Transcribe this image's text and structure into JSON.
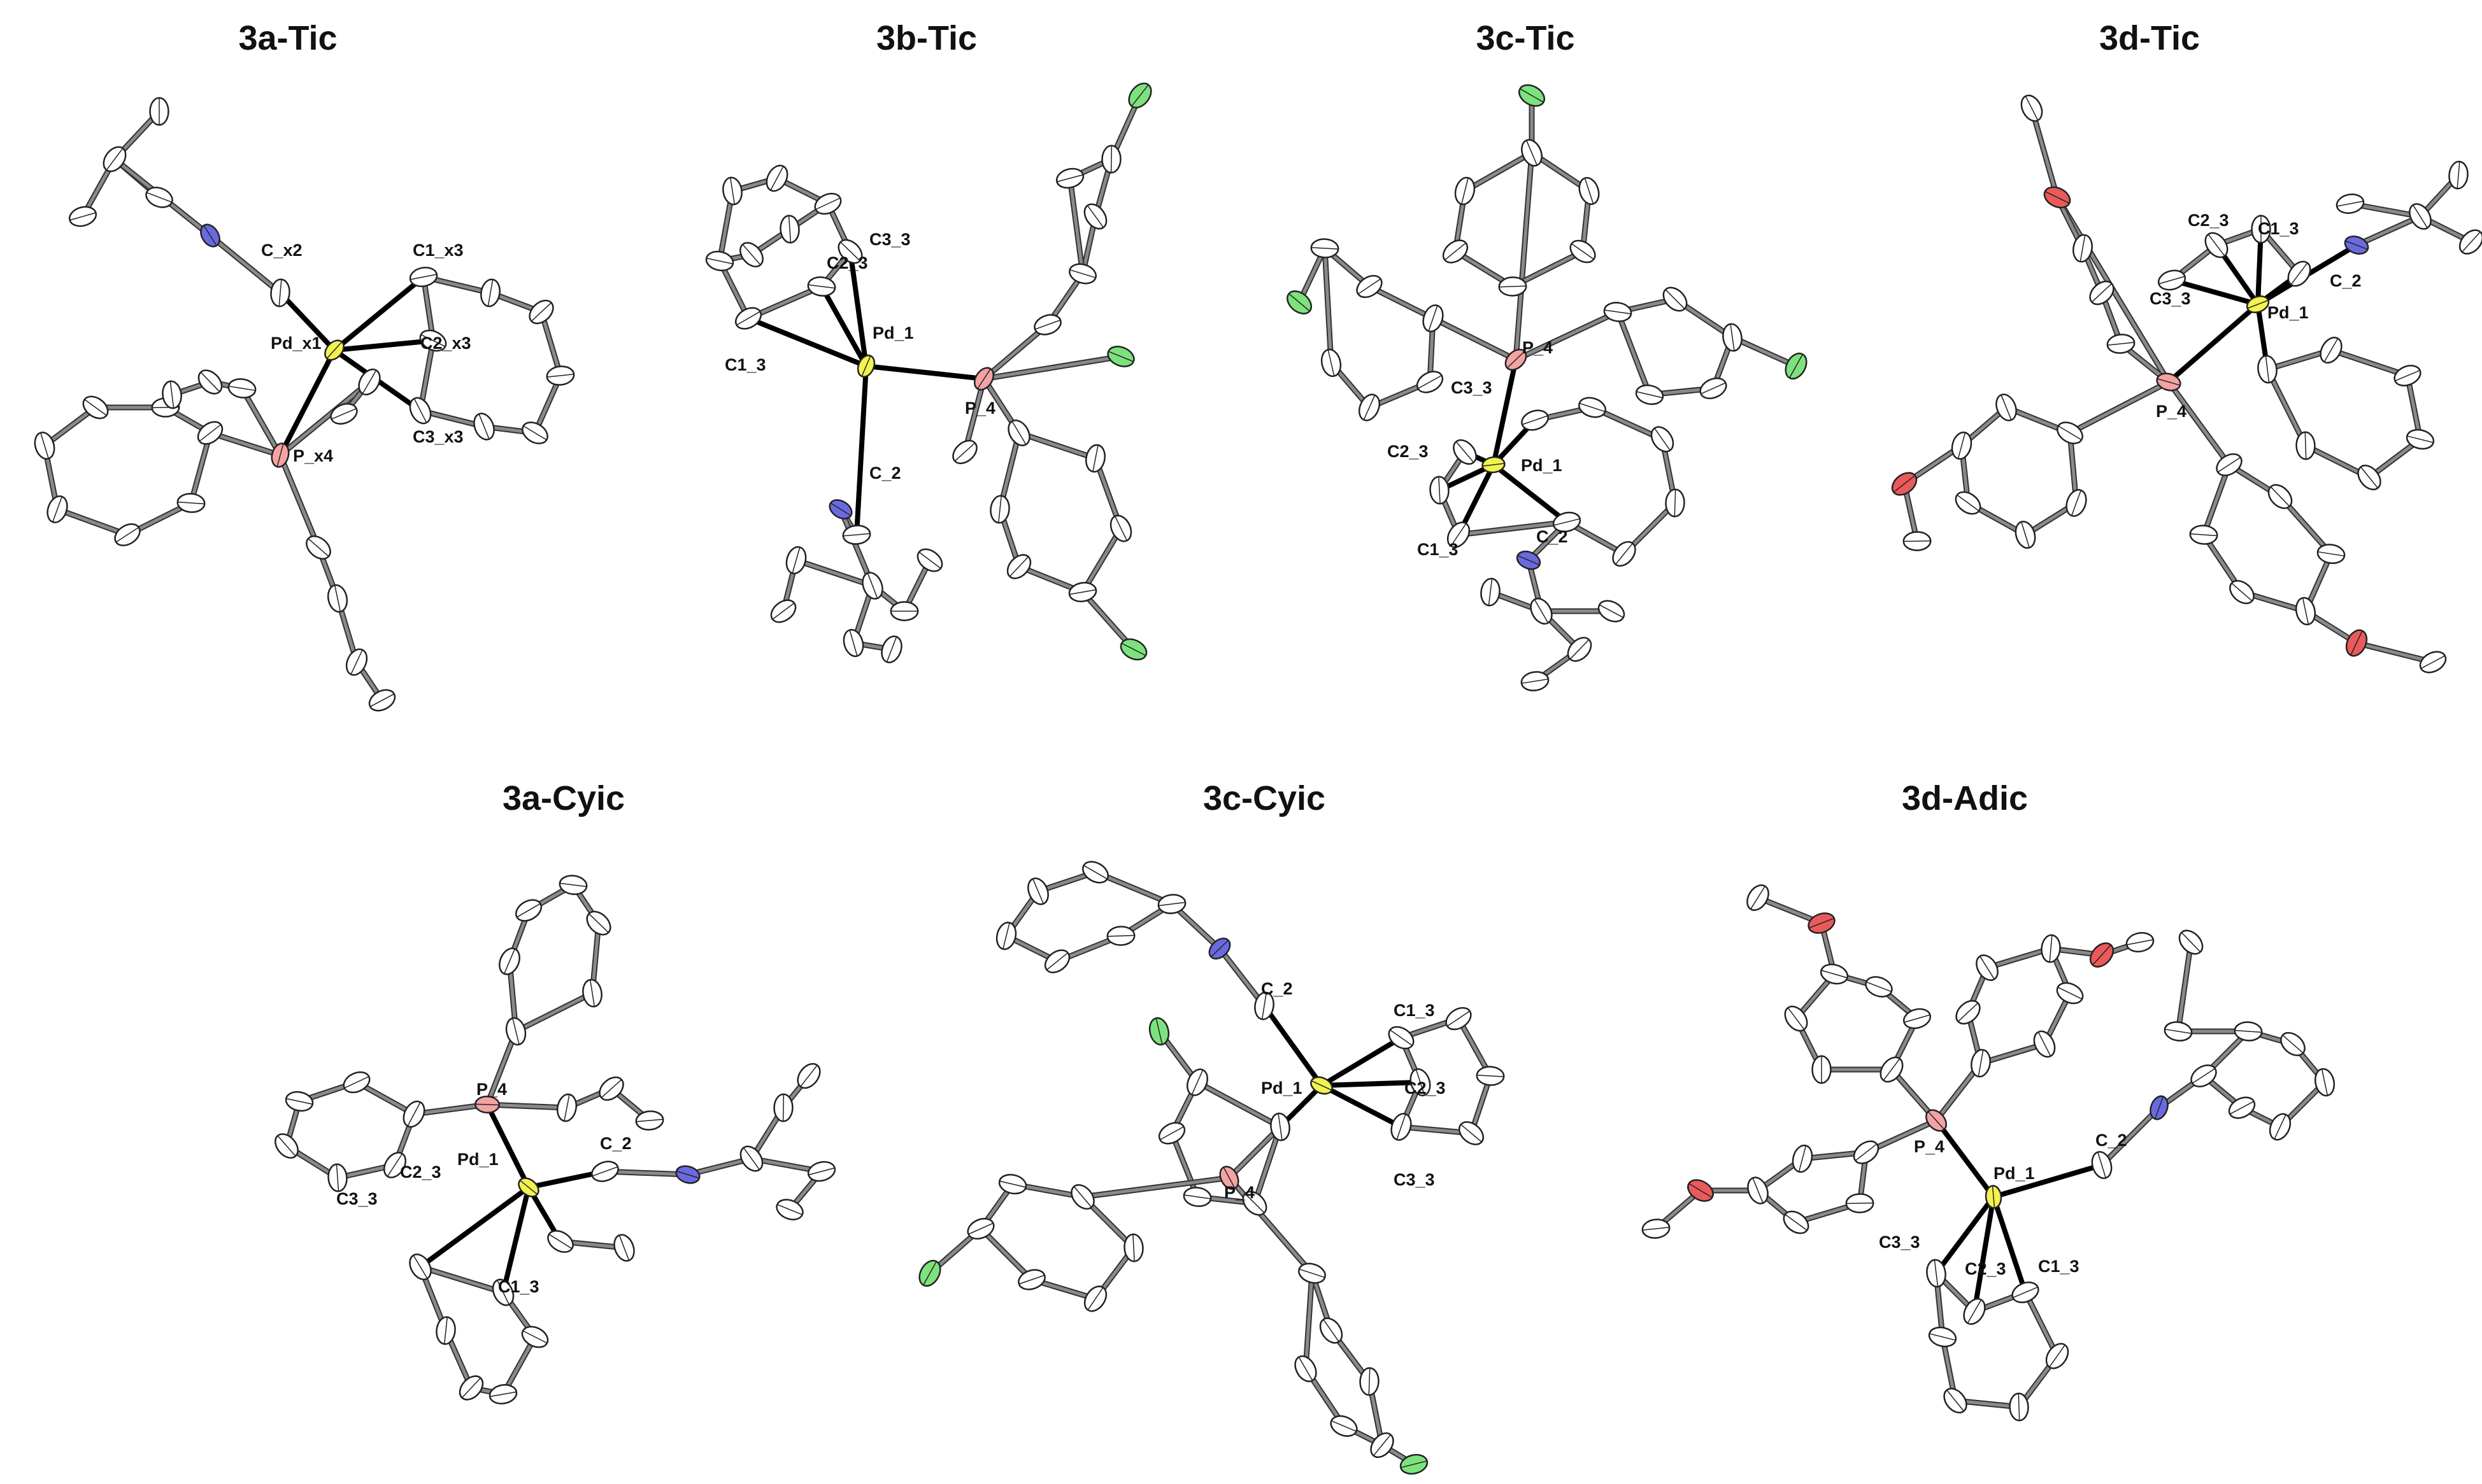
{
  "colors": {
    "carbon": "#ffffff",
    "bond": "#8a8a8a",
    "metal_bond": "#000000",
    "palladium": "#f2f250",
    "phosphorus": "#f4a3a3",
    "nitrogen": "#6a6ae0",
    "chlorine": "#7de27d",
    "oxygen": "#ea5a5a"
  },
  "panels": [
    {
      "title": "3a-Tic",
      "labels": [
        "C_x2",
        "C1_x3",
        "Pd_x1",
        "C2_x3",
        "C3_x3",
        "P_x4"
      ]
    },
    {
      "title": "3b-Tic",
      "labels": [
        "C3_3",
        "C2_3",
        "Pd_1",
        "C1_3",
        "C_2",
        "P_4"
      ]
    },
    {
      "title": "3c-Tic",
      "labels": [
        "P_4",
        "C3_3",
        "C2_3",
        "Pd_1",
        "C_2",
        "C1_3"
      ]
    },
    {
      "title": "3d-Tic",
      "labels": [
        "C2_3",
        "C1_3",
        "C_2",
        "C3_3",
        "Pd_1",
        "P_4"
      ]
    },
    {
      "title": "3a-Cyic",
      "labels": [
        "P_4",
        "C_2",
        "Pd_1",
        "C2_3",
        "C3_3",
        "C1_3"
      ]
    },
    {
      "title": "3c-Cyic",
      "labels": [
        "C_2",
        "C1_3",
        "Pd_1",
        "C2_3",
        "P_4",
        "C3_3"
      ]
    },
    {
      "title": "3d-Adic",
      "labels": [
        "P_4",
        "C_2",
        "Pd_1",
        "C3_3",
        "C2_3",
        "C1_3"
      ]
    }
  ]
}
